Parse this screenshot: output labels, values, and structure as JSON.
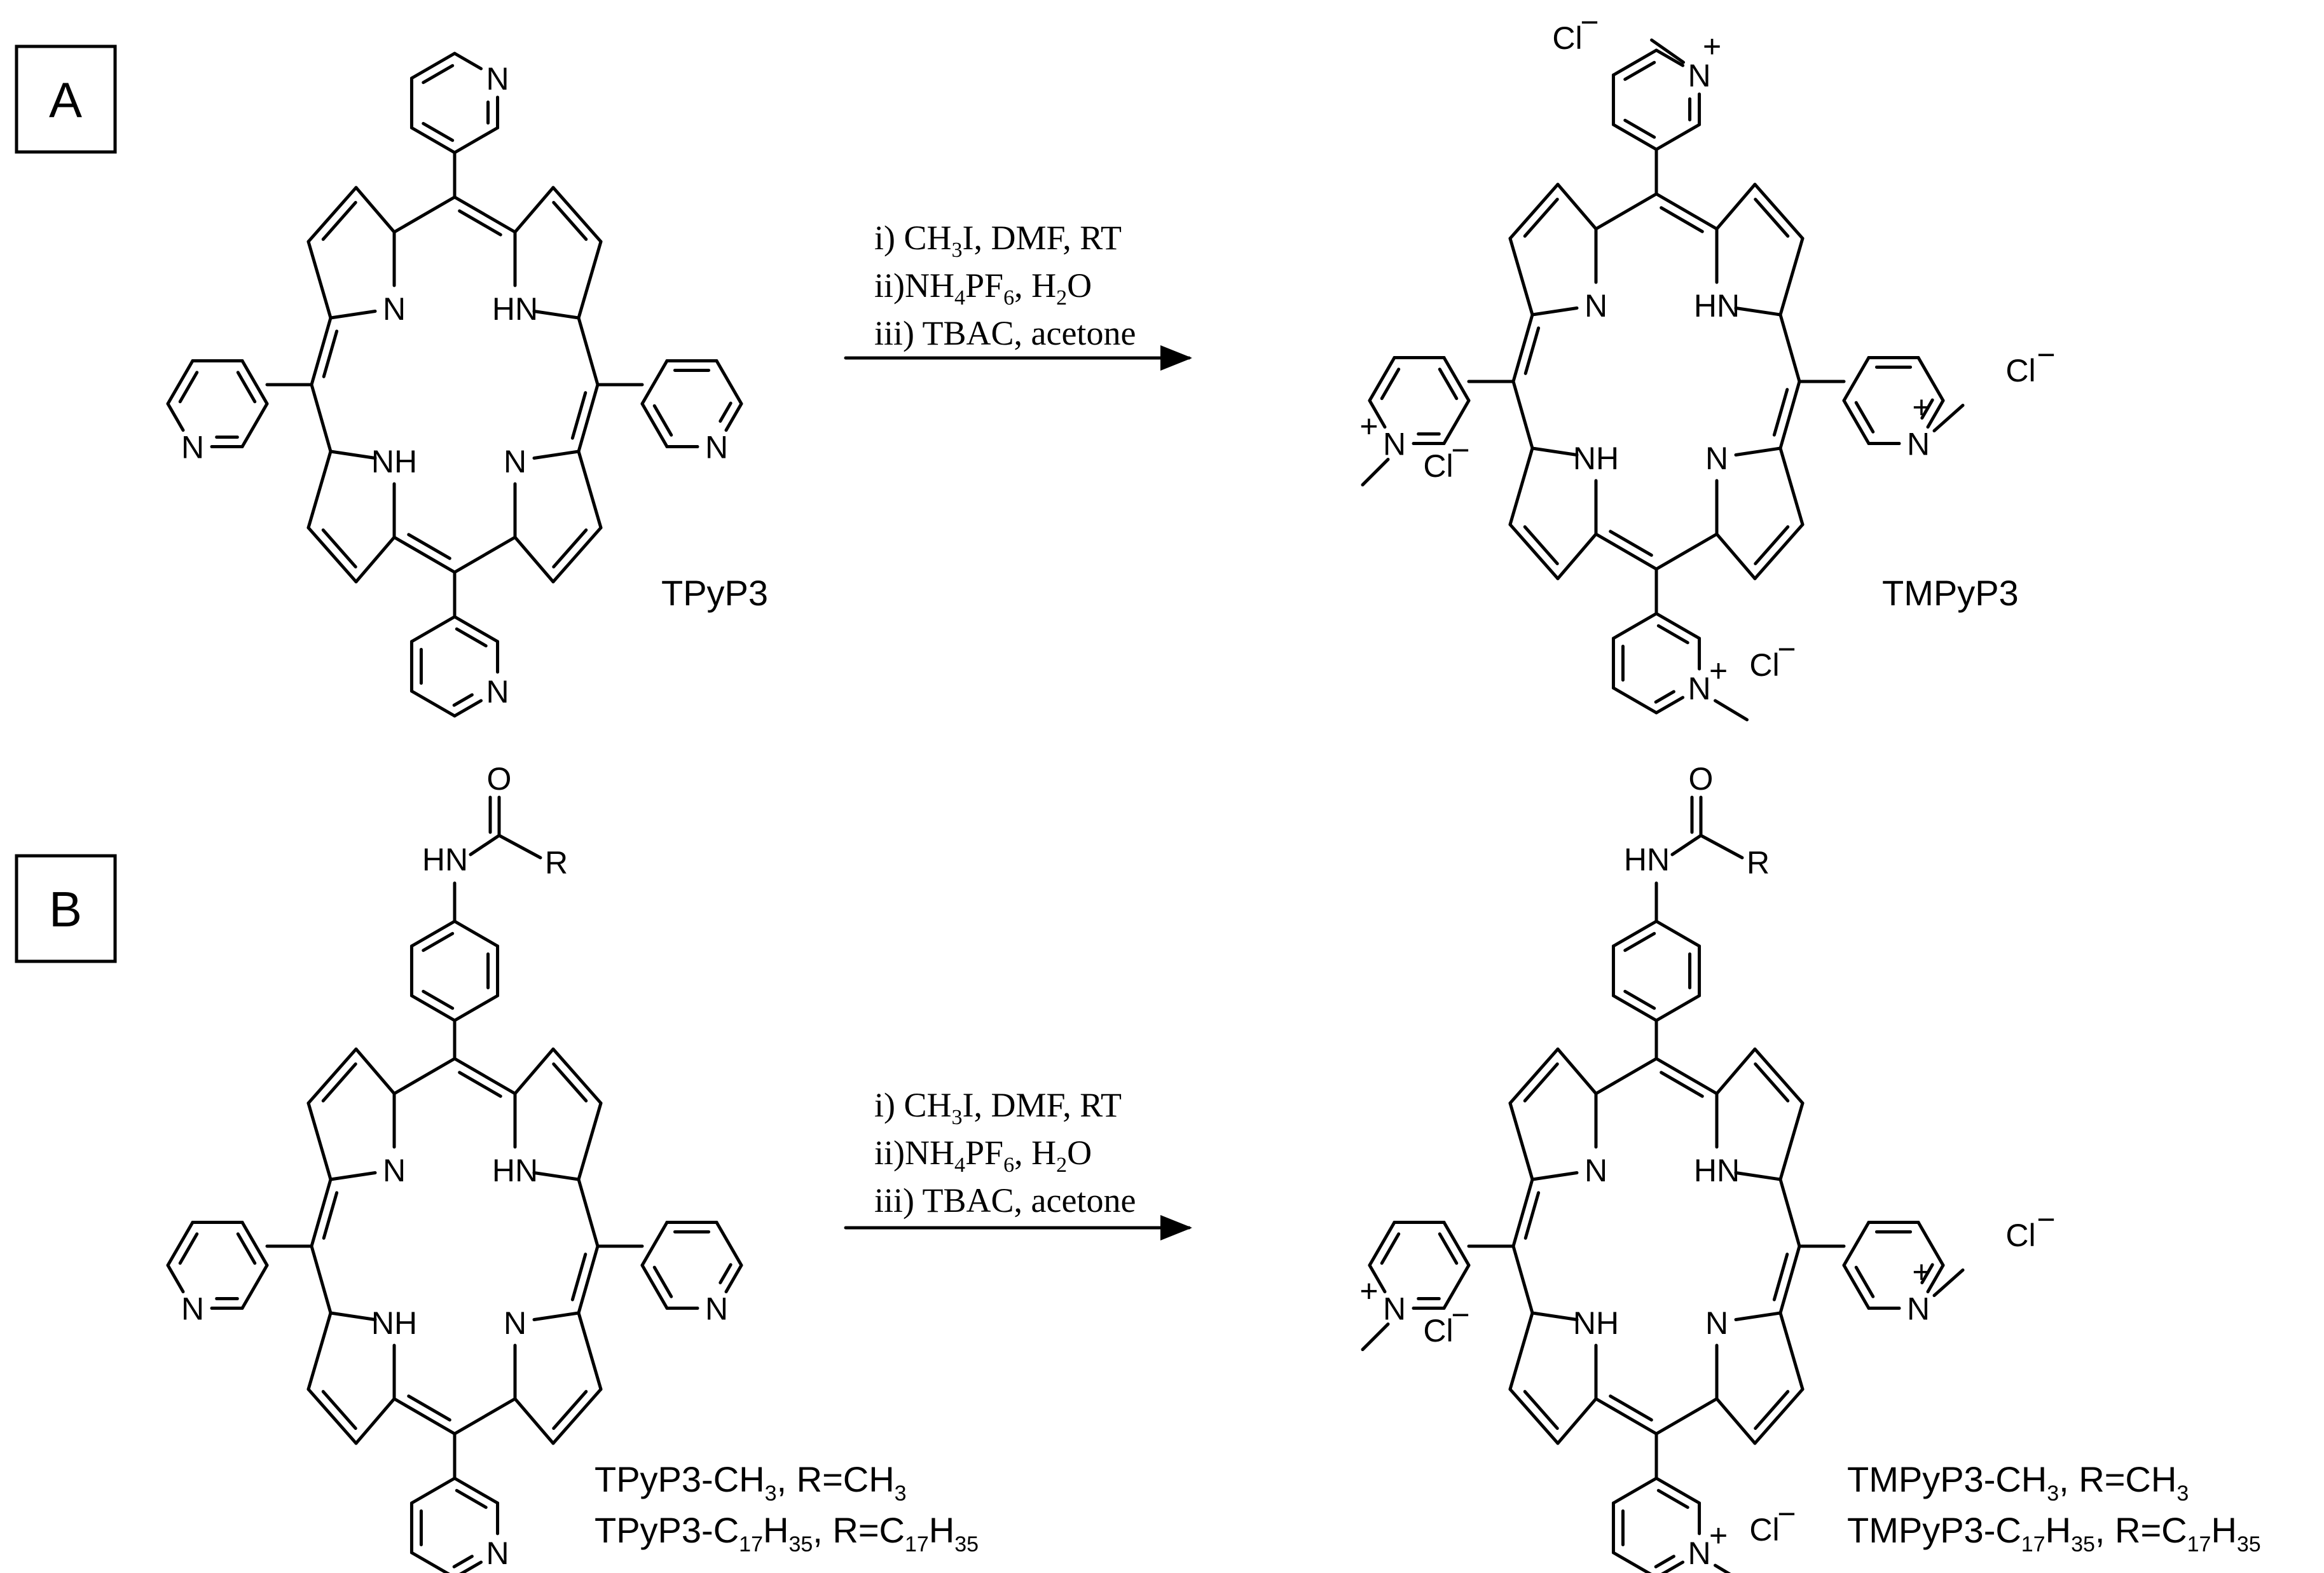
{
  "panels": [
    {
      "letter": "A",
      "conditions": [
        "i) CH3I, DMF, RT",
        "ii)NH4PF6, H2O",
        "iii) TBAC, acetone"
      ],
      "reactant_label": "TPyP3",
      "product_label": "TMPyP3"
    },
    {
      "letter": "B",
      "conditions": [
        "i) CH3I, DMF, RT",
        "ii)NH4PF6, H2O",
        "iii) TBAC, acetone"
      ],
      "reactant_labels": [
        "TPyP3-CH3, R=CH3",
        "TPyP3-C17H35, R=C17H35"
      ],
      "product_labels": [
        "TMPyP3-CH3, R=CH3",
        "TMPyP3-C17H35, R=C17H35"
      ]
    }
  ],
  "atoms": {
    "N": "N",
    "NH": "NH",
    "HN": "HN",
    "O": "O",
    "R": "R",
    "cl": "Cl",
    "minus": "−",
    "plus": "+"
  }
}
